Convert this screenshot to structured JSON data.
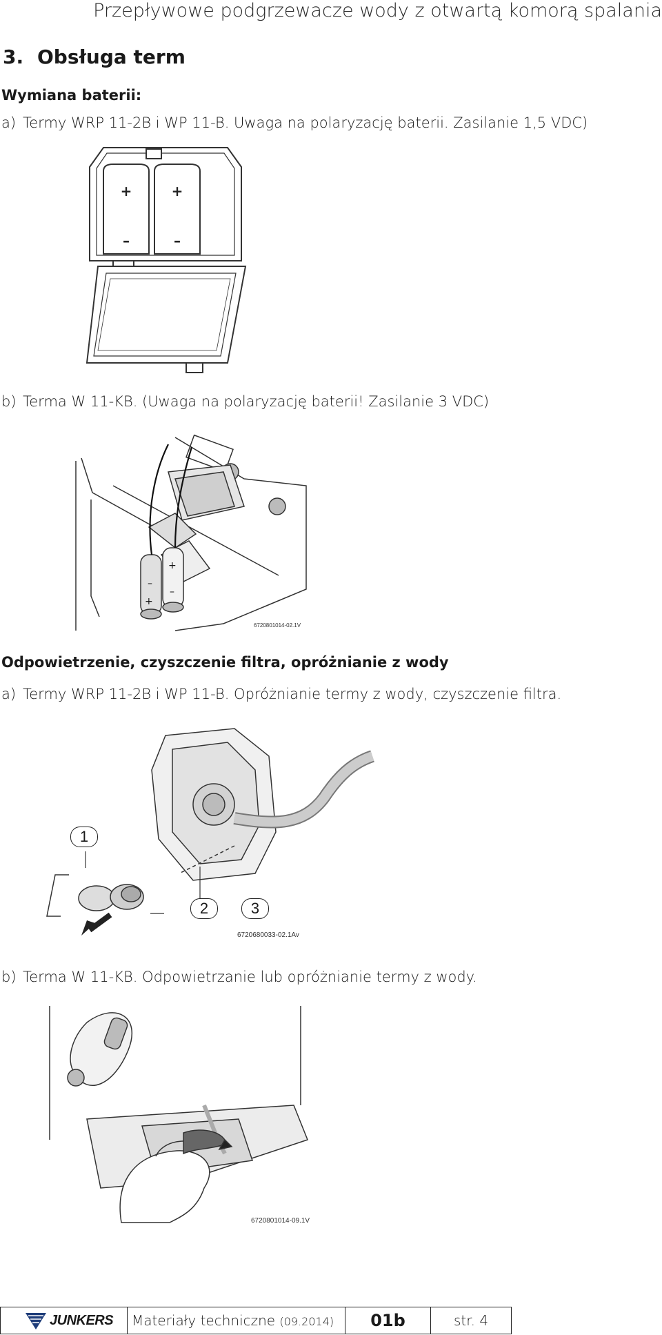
{
  "header": {
    "title": "Przepływowe podgrzewacze wody z otwartą komorą spalania"
  },
  "section": {
    "number": "3.",
    "title": "Obsługa term"
  },
  "battery": {
    "heading": "Wymiana baterii:",
    "item_a": {
      "letter": "a)",
      "text": "Termy WRP 11-2B i WP 11-B. Uwaga na polaryzację baterii. Zasilanie 1,5 VDC)"
    },
    "item_b": {
      "letter": "b)",
      "text": "Terma W 11-KB. (Uwaga na polaryzację baterii! Zasilanie 3 VDC)"
    },
    "figure_b_code": "6720801014-02.1V",
    "polarity": {
      "plus": "+",
      "minus": "–"
    }
  },
  "venting": {
    "heading": "Odpowietrzenie, czyszczenie filtra, opróżnianie z wody",
    "item_a": {
      "letter": "a)",
      "text": "Termy WRP 11-2B i WP 11-B. Opróżnianie termy z wody, czyszczenie filtra."
    },
    "figure_a_code": "6720680033-02.1Av",
    "callouts": [
      "1",
      "2",
      "3"
    ],
    "item_b": {
      "letter": "b)",
      "text": "Terma W 11-KB. Odpowietrzanie lub opróżnianie termy z wody."
    },
    "figure_b_code": "6720801014-09.1V"
  },
  "footer": {
    "brand": "JUNKERS",
    "materials": "Materiały techniczne",
    "date": "(09.2014)",
    "code": "01b",
    "page": "str. 4"
  }
}
